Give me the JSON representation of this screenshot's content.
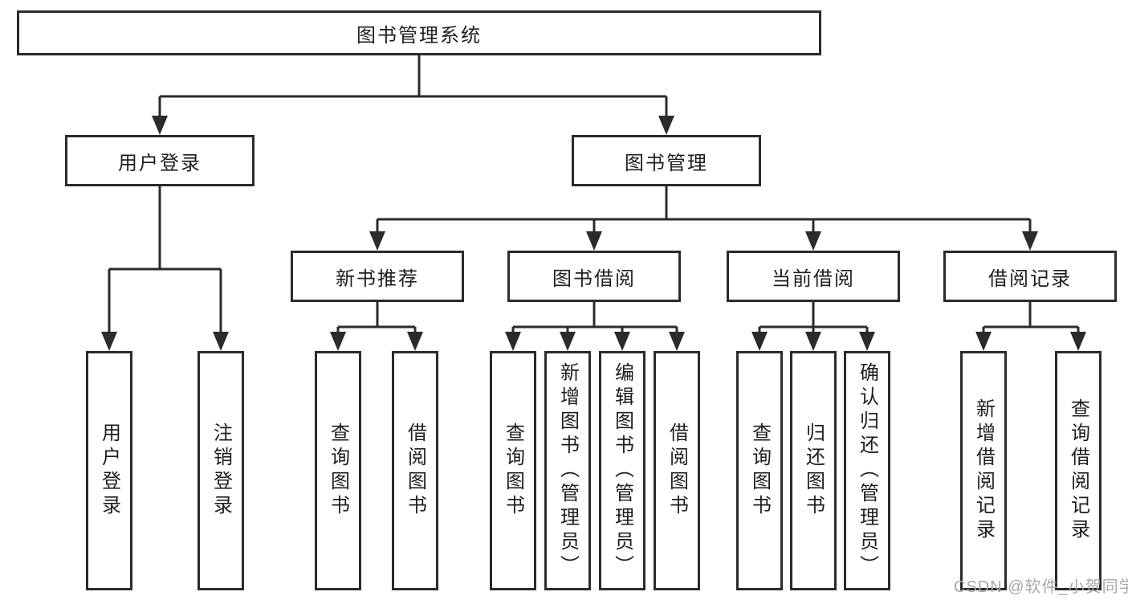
{
  "root": {
    "label": "图书管理系统"
  },
  "login_branch": {
    "label": "用户登录",
    "children": [
      "用户登录",
      "注销登录"
    ]
  },
  "management_branch": {
    "label": "图书管理",
    "sections": [
      {
        "label": "新书推荐",
        "children": [
          "查询图书",
          "借阅图书"
        ]
      },
      {
        "label": "图书借阅",
        "children": [
          "查询图书",
          "新增图书（管理员）",
          "编辑图书（管理员）",
          "借阅图书"
        ]
      },
      {
        "label": "当前借阅",
        "children": [
          "查询图书",
          "归还图书",
          "确认归还（管理员）"
        ]
      },
      {
        "label": "借阅记录",
        "children": [
          "新增借阅记录",
          "查询借阅记录"
        ]
      }
    ]
  },
  "watermark": "CSDN @软件_小贺同学",
  "colors": {
    "background": "#ffffff",
    "line": "#2b2b2b",
    "text": "#1e1e1e",
    "watermark": "#a8a8a8"
  }
}
